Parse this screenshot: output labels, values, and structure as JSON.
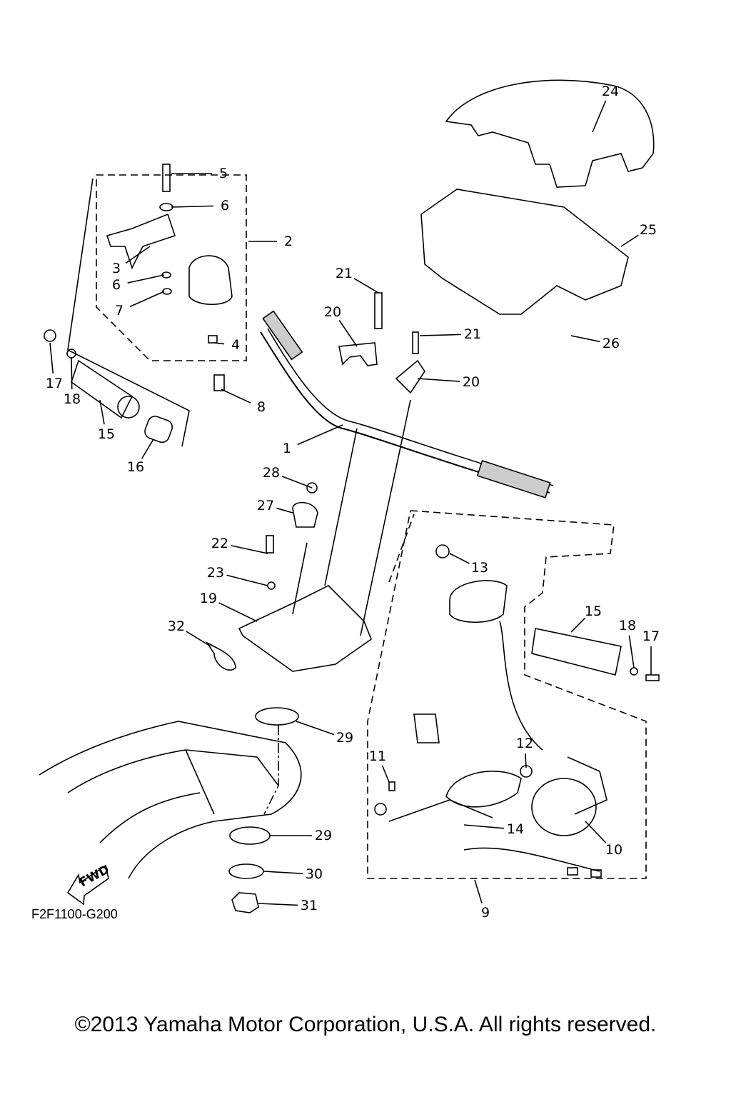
{
  "diagram": {
    "callouts": [
      "24",
      "5",
      "6",
      "2",
      "25",
      "3",
      "6",
      "7",
      "21",
      "20",
      "21",
      "4",
      "26",
      "17",
      "18",
      "20",
      "8",
      "15",
      "1",
      "16",
      "28",
      "27",
      "13",
      "22",
      "23",
      "15",
      "19",
      "18",
      "17",
      "32",
      "29",
      "11",
      "12",
      "14",
      "10",
      "29",
      "30",
      "9",
      "31"
    ],
    "fwd_label": "FWD",
    "diagram_code": "F2F1100-G200",
    "copyright": "©2013 Yamaha Motor Corporation, U.S.A. All rights reserved."
  }
}
